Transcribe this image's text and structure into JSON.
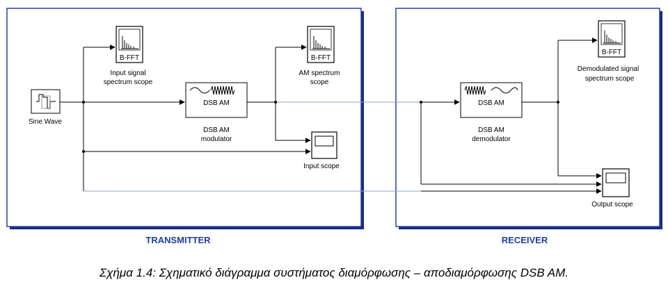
{
  "sections": {
    "transmitter": "TRANSMITTER",
    "receiver": "RECEIVER"
  },
  "blocks": {
    "sine_wave": {
      "label": "Sine Wave"
    },
    "input_fft": {
      "face": "B-FFT",
      "label_line1": "Input signal",
      "label_line2": "spectrum scope"
    },
    "modulator": {
      "face": "DSB AM",
      "label_line1": "DSB AM",
      "label_line2": "modulator"
    },
    "am_fft": {
      "face": "B-FFT",
      "label_line1": "AM spectrum",
      "label_line2": "scope"
    },
    "input_scope": {
      "label": "Input scope"
    },
    "demodulator": {
      "face": "DSB AM",
      "label_line1": "DSB AM",
      "label_line2": "demodulator"
    },
    "demod_fft": {
      "face": "B-FFT",
      "label_line1": "Demodulated signal",
      "label_line2": "spectrum scope"
    },
    "output_scope": {
      "label": "Output scope"
    }
  },
  "caption": "Σχήμα 1.4: Σχηματικό διάγραμμα συστήματος διαμόρφωσης – αποδιαμόρφωσης DSB AM.",
  "colors": {
    "section_border": "#2a3f9a",
    "section_shadow": "#1a2a80",
    "section_title": "#1f3f9a",
    "wire": "#000000"
  }
}
